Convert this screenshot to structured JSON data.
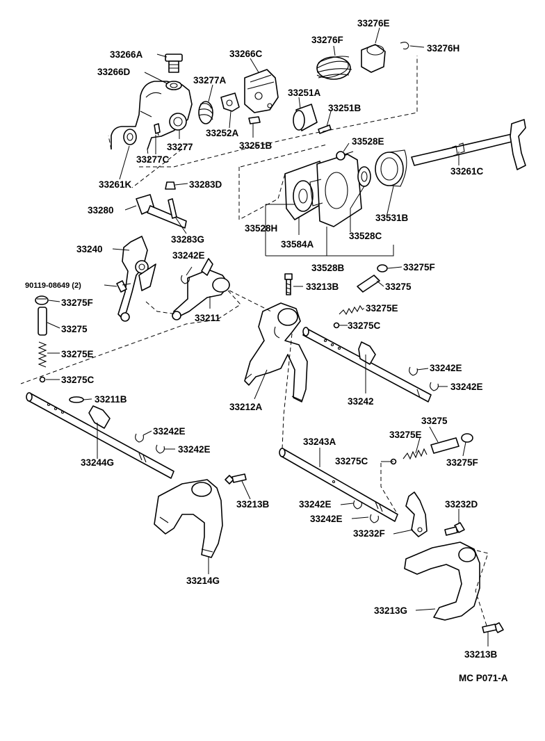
{
  "labels": {
    "p33266A": "33266A",
    "p33266D": "33266D",
    "p33266C": "33266C",
    "p33276F": "33276F",
    "p33276E": "33276E",
    "p33276H": "33276H",
    "p33277A": "33277A",
    "p33251A": "33251A",
    "p33251B_r": "33251B",
    "p33252A": "33252A",
    "p33251B_b": "33251B",
    "p33277": "33277",
    "p33277C": "33277C",
    "p33261K": "33261K",
    "p33283D": "33283D",
    "p33528E": "33528E",
    "p33261C": "33261C",
    "p33280": "33280",
    "p33283G": "33283G",
    "p33528H": "33528H",
    "p33584A": "33584A",
    "p33528C": "33528C",
    "p33531B": "33531B",
    "p33528B": "33528B",
    "p33240": "33240",
    "p33242E_top": "33242E",
    "p90119": "90119-08649 (2)",
    "p33275F_l": "33275F",
    "p33275_l": "33275",
    "p33275E_l": "33275E",
    "p33275C_l": "33275C",
    "p33211": "33211",
    "p33275F_r": "33275F",
    "p33213B_mid": "33213B",
    "p33275_r": "33275",
    "p33275E_r": "33275E",
    "p33275C_r": "33275C",
    "p33242E_r1": "33242E",
    "p33242E_r2": "33242E",
    "p33242": "33242",
    "p33212A": "33212A",
    "p33211B": "33211B",
    "p33242E_l1": "33242E",
    "p33242E_l2": "33242E",
    "p33244G": "33244G",
    "p33213B_l": "33213B",
    "p33214G": "33214G",
    "p33243A": "33243A",
    "p33275_b": "33275",
    "p33275E_b": "33275E",
    "p33275C_b": "33275C",
    "p33275F_b": "33275F",
    "p33242E_b1": "33242E",
    "p33242E_b2": "33242E",
    "p33232F": "33232F",
    "p33232D": "33232D",
    "p33213G": "33213G",
    "p33213B_br": "33213B",
    "code": "MC  P071-A"
  }
}
